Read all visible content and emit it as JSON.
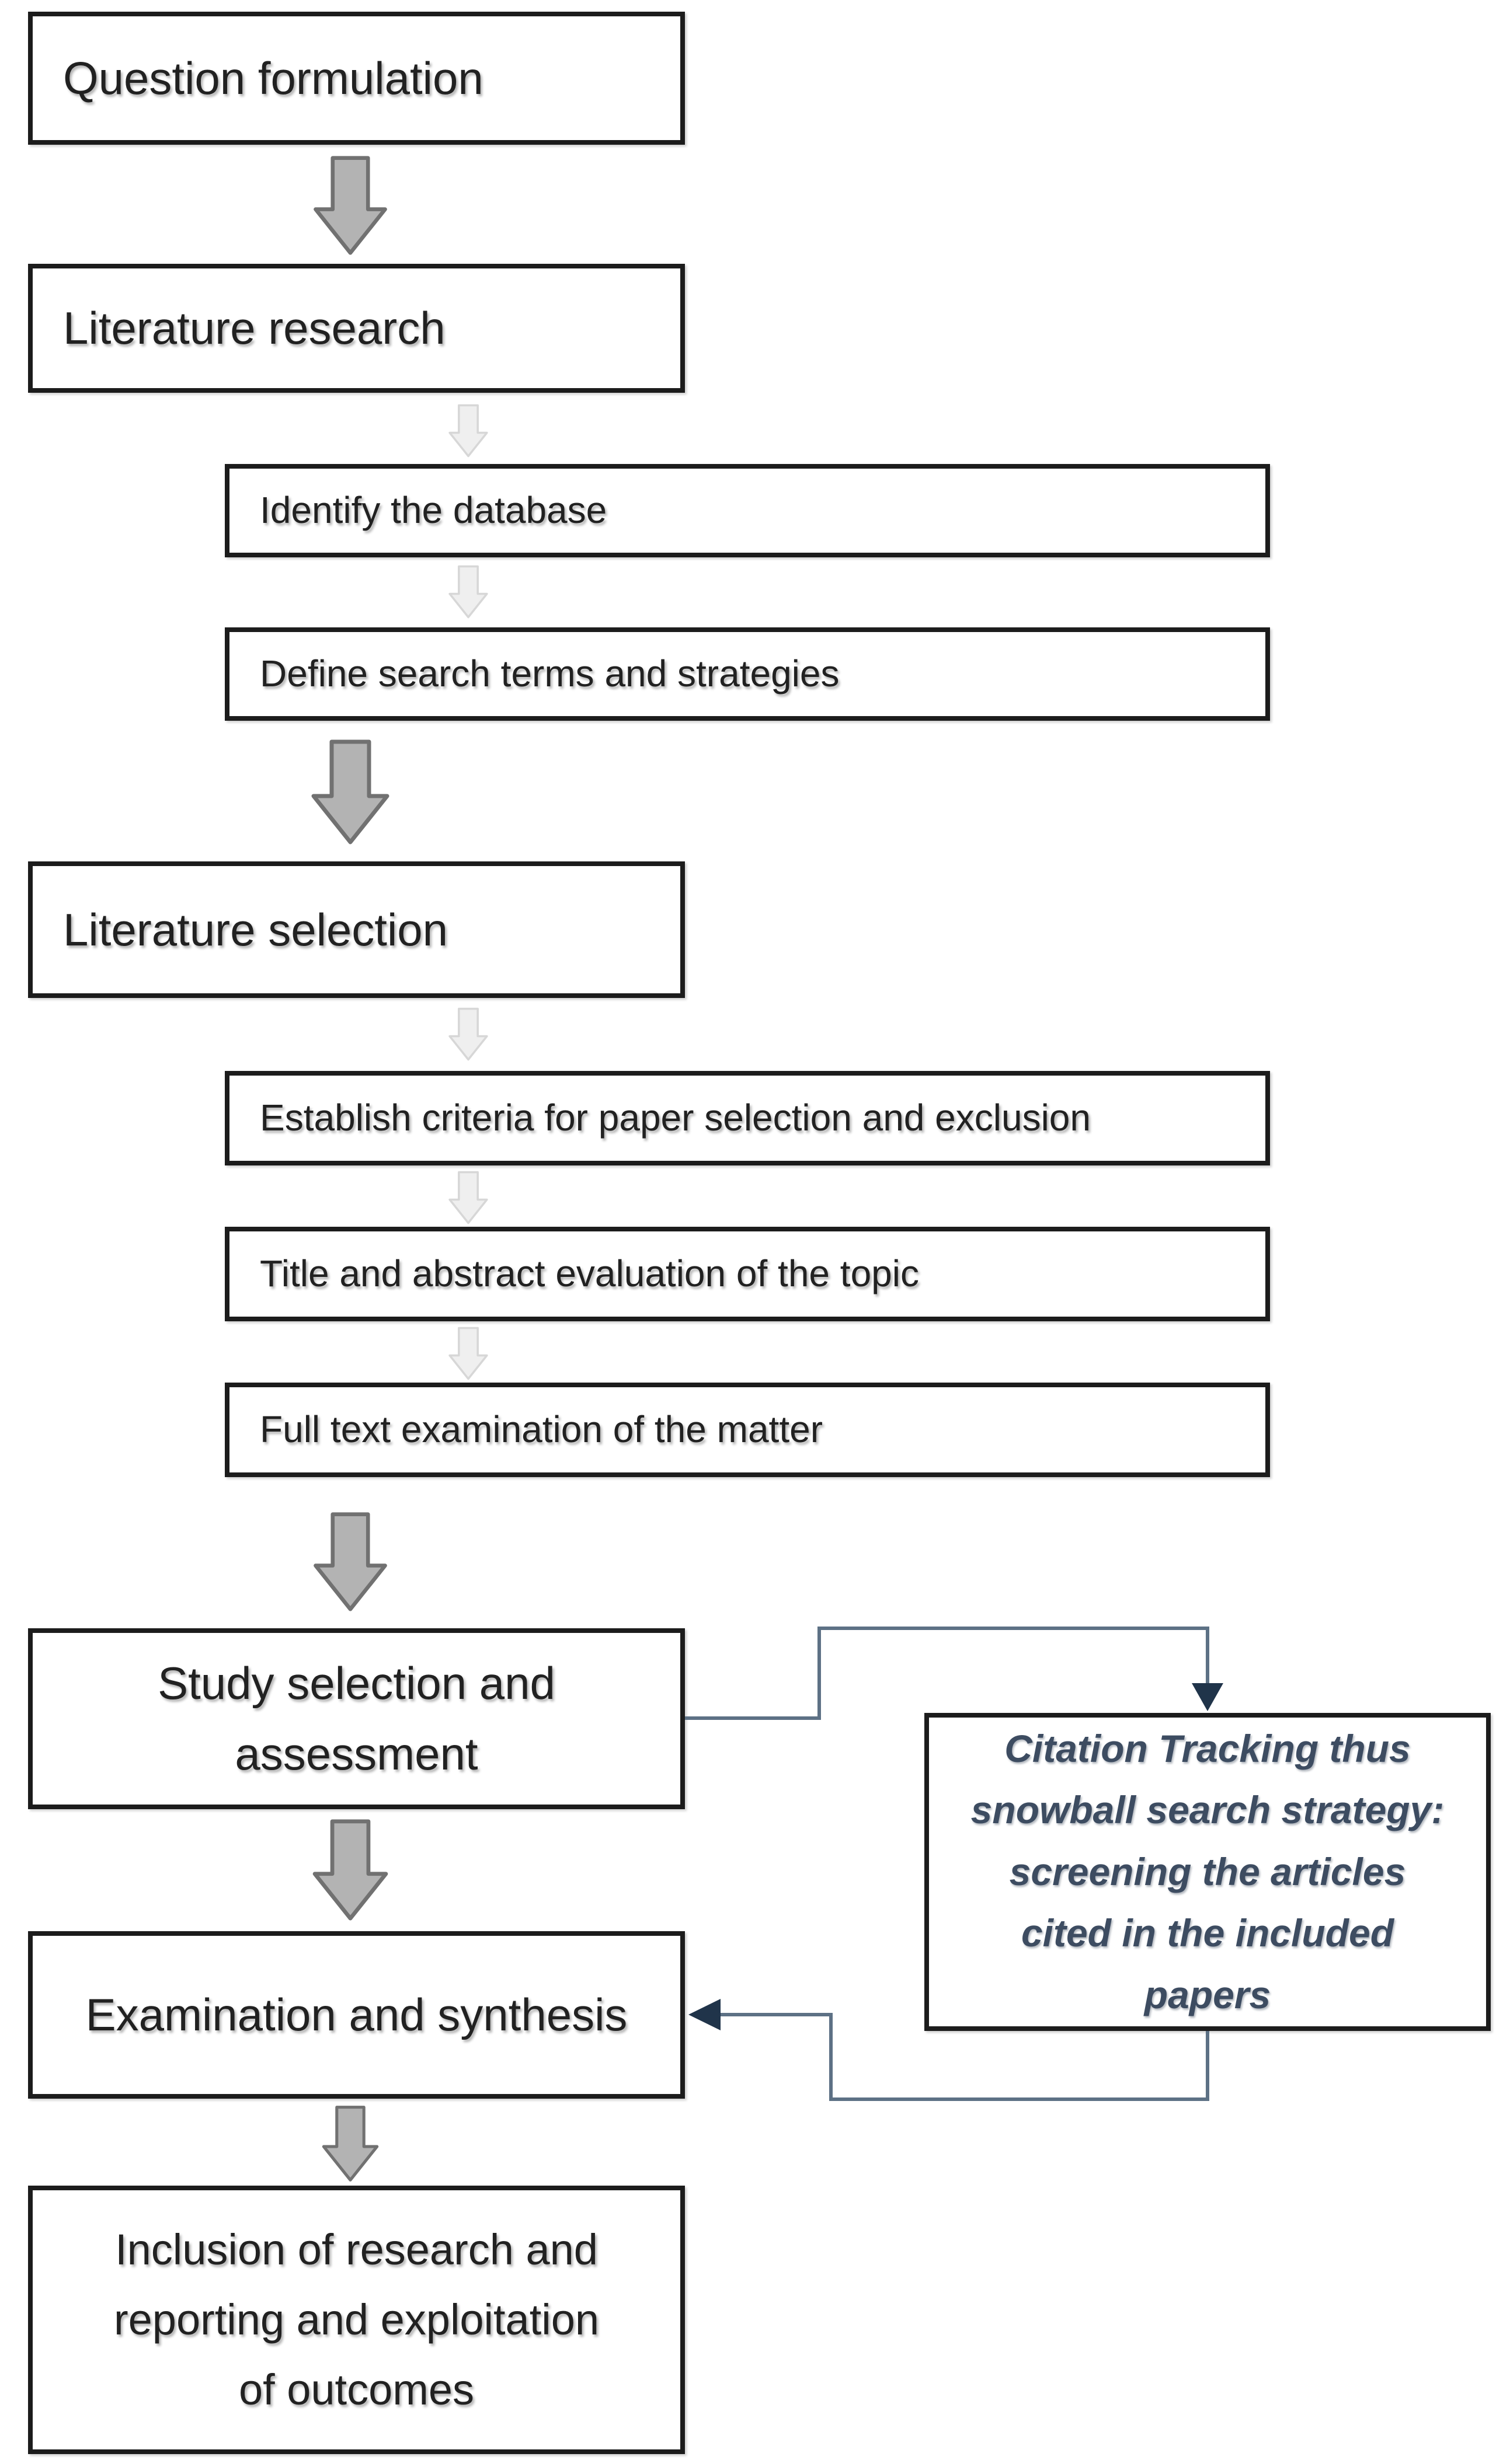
{
  "theme": {
    "background": "#ffffff",
    "box_border": "#1c1c1c",
    "box_text": "#212121",
    "arrow_dark_fill": "#b3b3b3",
    "arrow_dark_stroke": "#717171",
    "arrow_pale_fill": "#efefef",
    "arrow_pale_stroke": "#d7d7d7",
    "connector_line": "#5d7185",
    "connector_head": "#20344a",
    "citation_text": "#3d4c61"
  },
  "flow": {
    "boxes": {
      "question_formulation": "Question formulation",
      "literature_research": "Literature research",
      "identify_database": "Identify the database",
      "define_search": "Define search terms and strategies",
      "literature_selection": "Literature selection",
      "establish_criteria": "Establish criteria for paper selection and exclusion",
      "title_abstract": "Title and abstract evaluation of the topic",
      "full_text": "Full text examination of the matter",
      "study_selection": "Study selection and\nassessment",
      "examination_synthesis": "Examination and synthesis",
      "inclusion_outcomes": "Inclusion of research and\nreporting and exploitation\nof outcomes",
      "citation_tracking": "Citation Tracking thus\nsnowball search strategy:\nscreening the articles\ncited in the included\npapers"
    }
  }
}
